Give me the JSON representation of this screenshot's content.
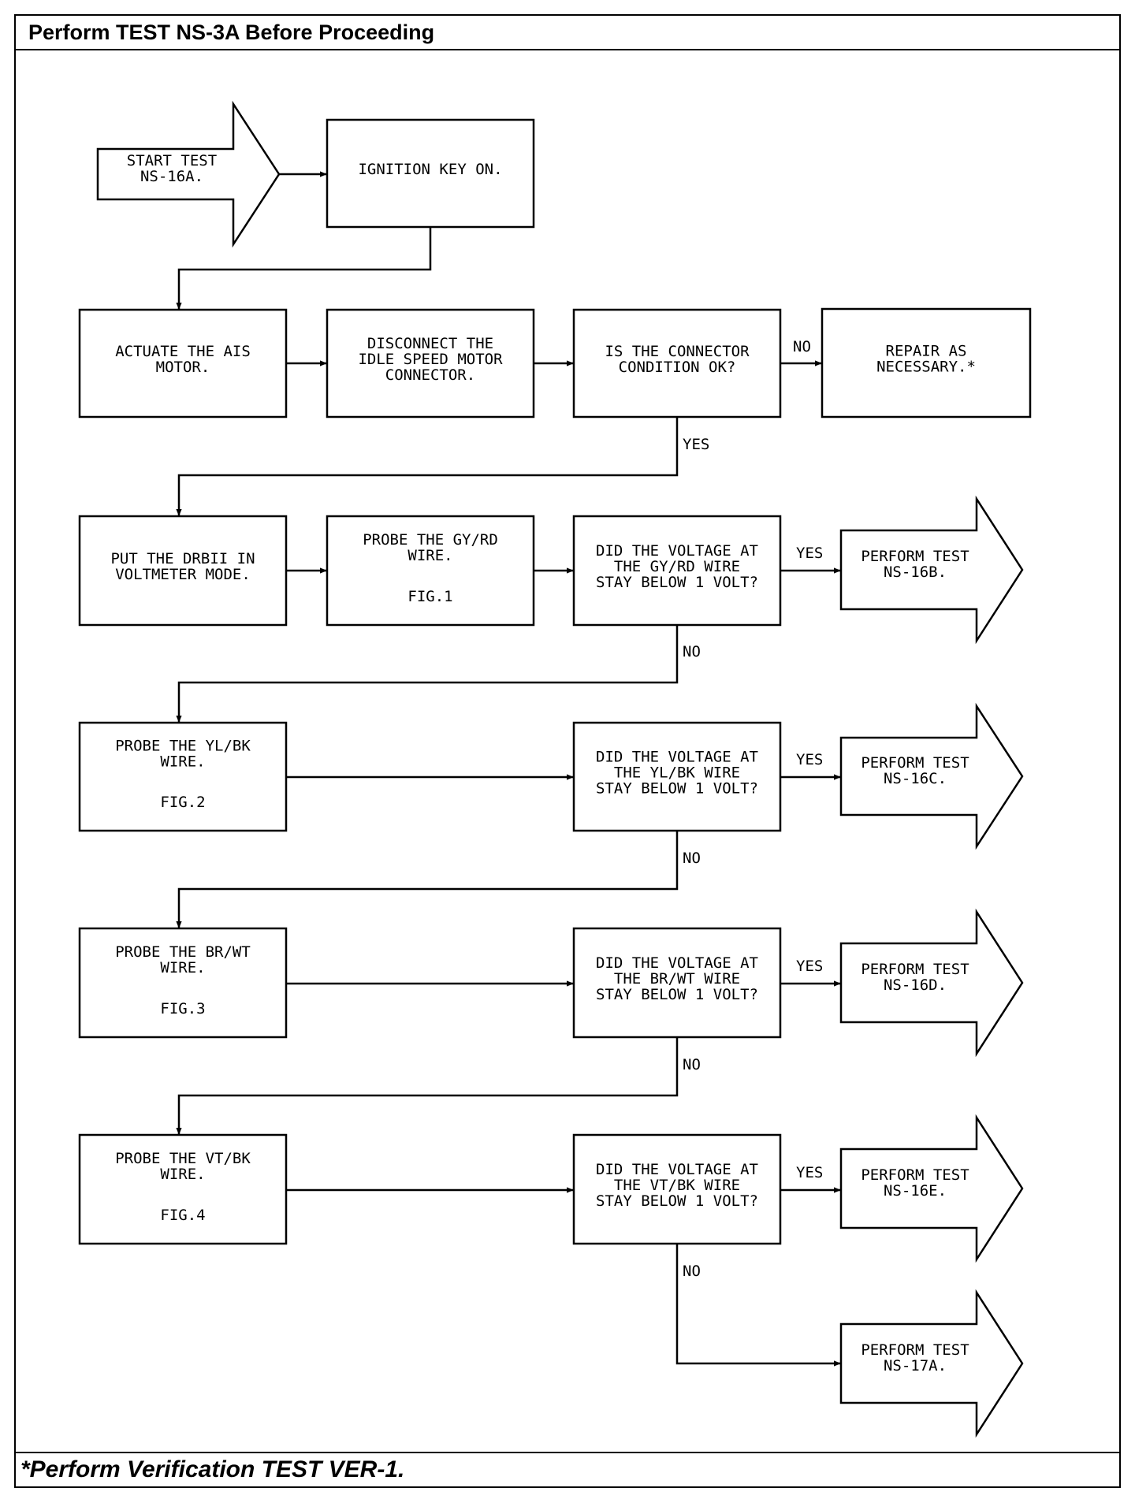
{
  "header": {
    "title": "Perform TEST NS-3A Before Proceeding"
  },
  "footer": {
    "note": "*Perform Verification TEST VER-1."
  },
  "nodes": {
    "start": {
      "lines": [
        "START TEST",
        "NS-16A."
      ]
    },
    "ignition": {
      "lines": [
        "IGNITION KEY ON."
      ]
    },
    "actuate": {
      "lines": [
        "ACTUATE THE AIS",
        "MOTOR."
      ]
    },
    "disconnect": {
      "lines": [
        "DISCONNECT THE",
        "IDLE SPEED MOTOR",
        "CONNECTOR."
      ]
    },
    "connector_ok": {
      "lines": [
        "IS THE CONNECTOR",
        "CONDITION OK?"
      ]
    },
    "repair": {
      "lines": [
        "REPAIR AS",
        "NECESSARY.*"
      ]
    },
    "put_drb": {
      "lines": [
        "PUT THE DRBII IN",
        "VOLTMETER MODE."
      ]
    },
    "probe_gy": {
      "lines": [
        "PROBE THE GY/RD",
        "WIRE."
      ],
      "fig": "FIG.1"
    },
    "q_gy": {
      "lines": [
        "DID THE VOLTAGE AT",
        "THE GY/RD WIRE",
        "STAY BELOW 1 VOLT?"
      ]
    },
    "perf_16b": {
      "lines": [
        "PERFORM TEST",
        "NS-16B."
      ]
    },
    "probe_yl": {
      "lines": [
        "PROBE THE YL/BK",
        "WIRE."
      ],
      "fig": "FIG.2"
    },
    "q_yl": {
      "lines": [
        "DID THE VOLTAGE AT",
        "THE YL/BK WIRE",
        "STAY BELOW 1 VOLT?"
      ]
    },
    "perf_16c": {
      "lines": [
        "PERFORM TEST",
        "NS-16C."
      ]
    },
    "probe_br": {
      "lines": [
        "PROBE THE BR/WT",
        "WIRE."
      ],
      "fig": "FIG.3"
    },
    "q_br": {
      "lines": [
        "DID THE VOLTAGE AT",
        "THE BR/WT WIRE",
        "STAY BELOW 1 VOLT?"
      ]
    },
    "perf_16d": {
      "lines": [
        "PERFORM TEST",
        "NS-16D."
      ]
    },
    "probe_vt": {
      "lines": [
        "PROBE THE VT/BK",
        "WIRE."
      ],
      "fig": "FIG.4"
    },
    "q_vt": {
      "lines": [
        "DID THE VOLTAGE AT",
        "THE VT/BK WIRE",
        "STAY BELOW 1 VOLT?"
      ]
    },
    "perf_16e": {
      "lines": [
        "PERFORM TEST",
        "NS-16E."
      ]
    },
    "perf_17a": {
      "lines": [
        "PERFORM TEST",
        "NS-17A."
      ]
    }
  },
  "edge_labels": {
    "no_repair": "NO",
    "yes_connector": "YES",
    "yes_16b": "YES",
    "no_gy": "NO",
    "yes_16c": "YES",
    "no_yl": "NO",
    "yes_16d": "YES",
    "no_br": "NO",
    "yes_16e": "YES",
    "no_vt": "NO"
  }
}
